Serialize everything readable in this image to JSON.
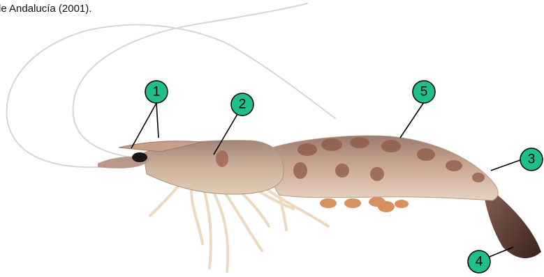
{
  "caption": "le Andalucía (2001).",
  "callouts": [
    {
      "id": "1",
      "label": "1",
      "color": "#1fbf8c"
    },
    {
      "id": "2",
      "label": "2",
      "color": "#1fbf8c"
    },
    {
      "id": "3",
      "label": "3",
      "color": "#1fbf8c"
    },
    {
      "id": "4",
      "label": "4",
      "color": "#1fbf8c"
    },
    {
      "id": "5",
      "label": "5",
      "color": "#1fbf8c"
    }
  ]
}
